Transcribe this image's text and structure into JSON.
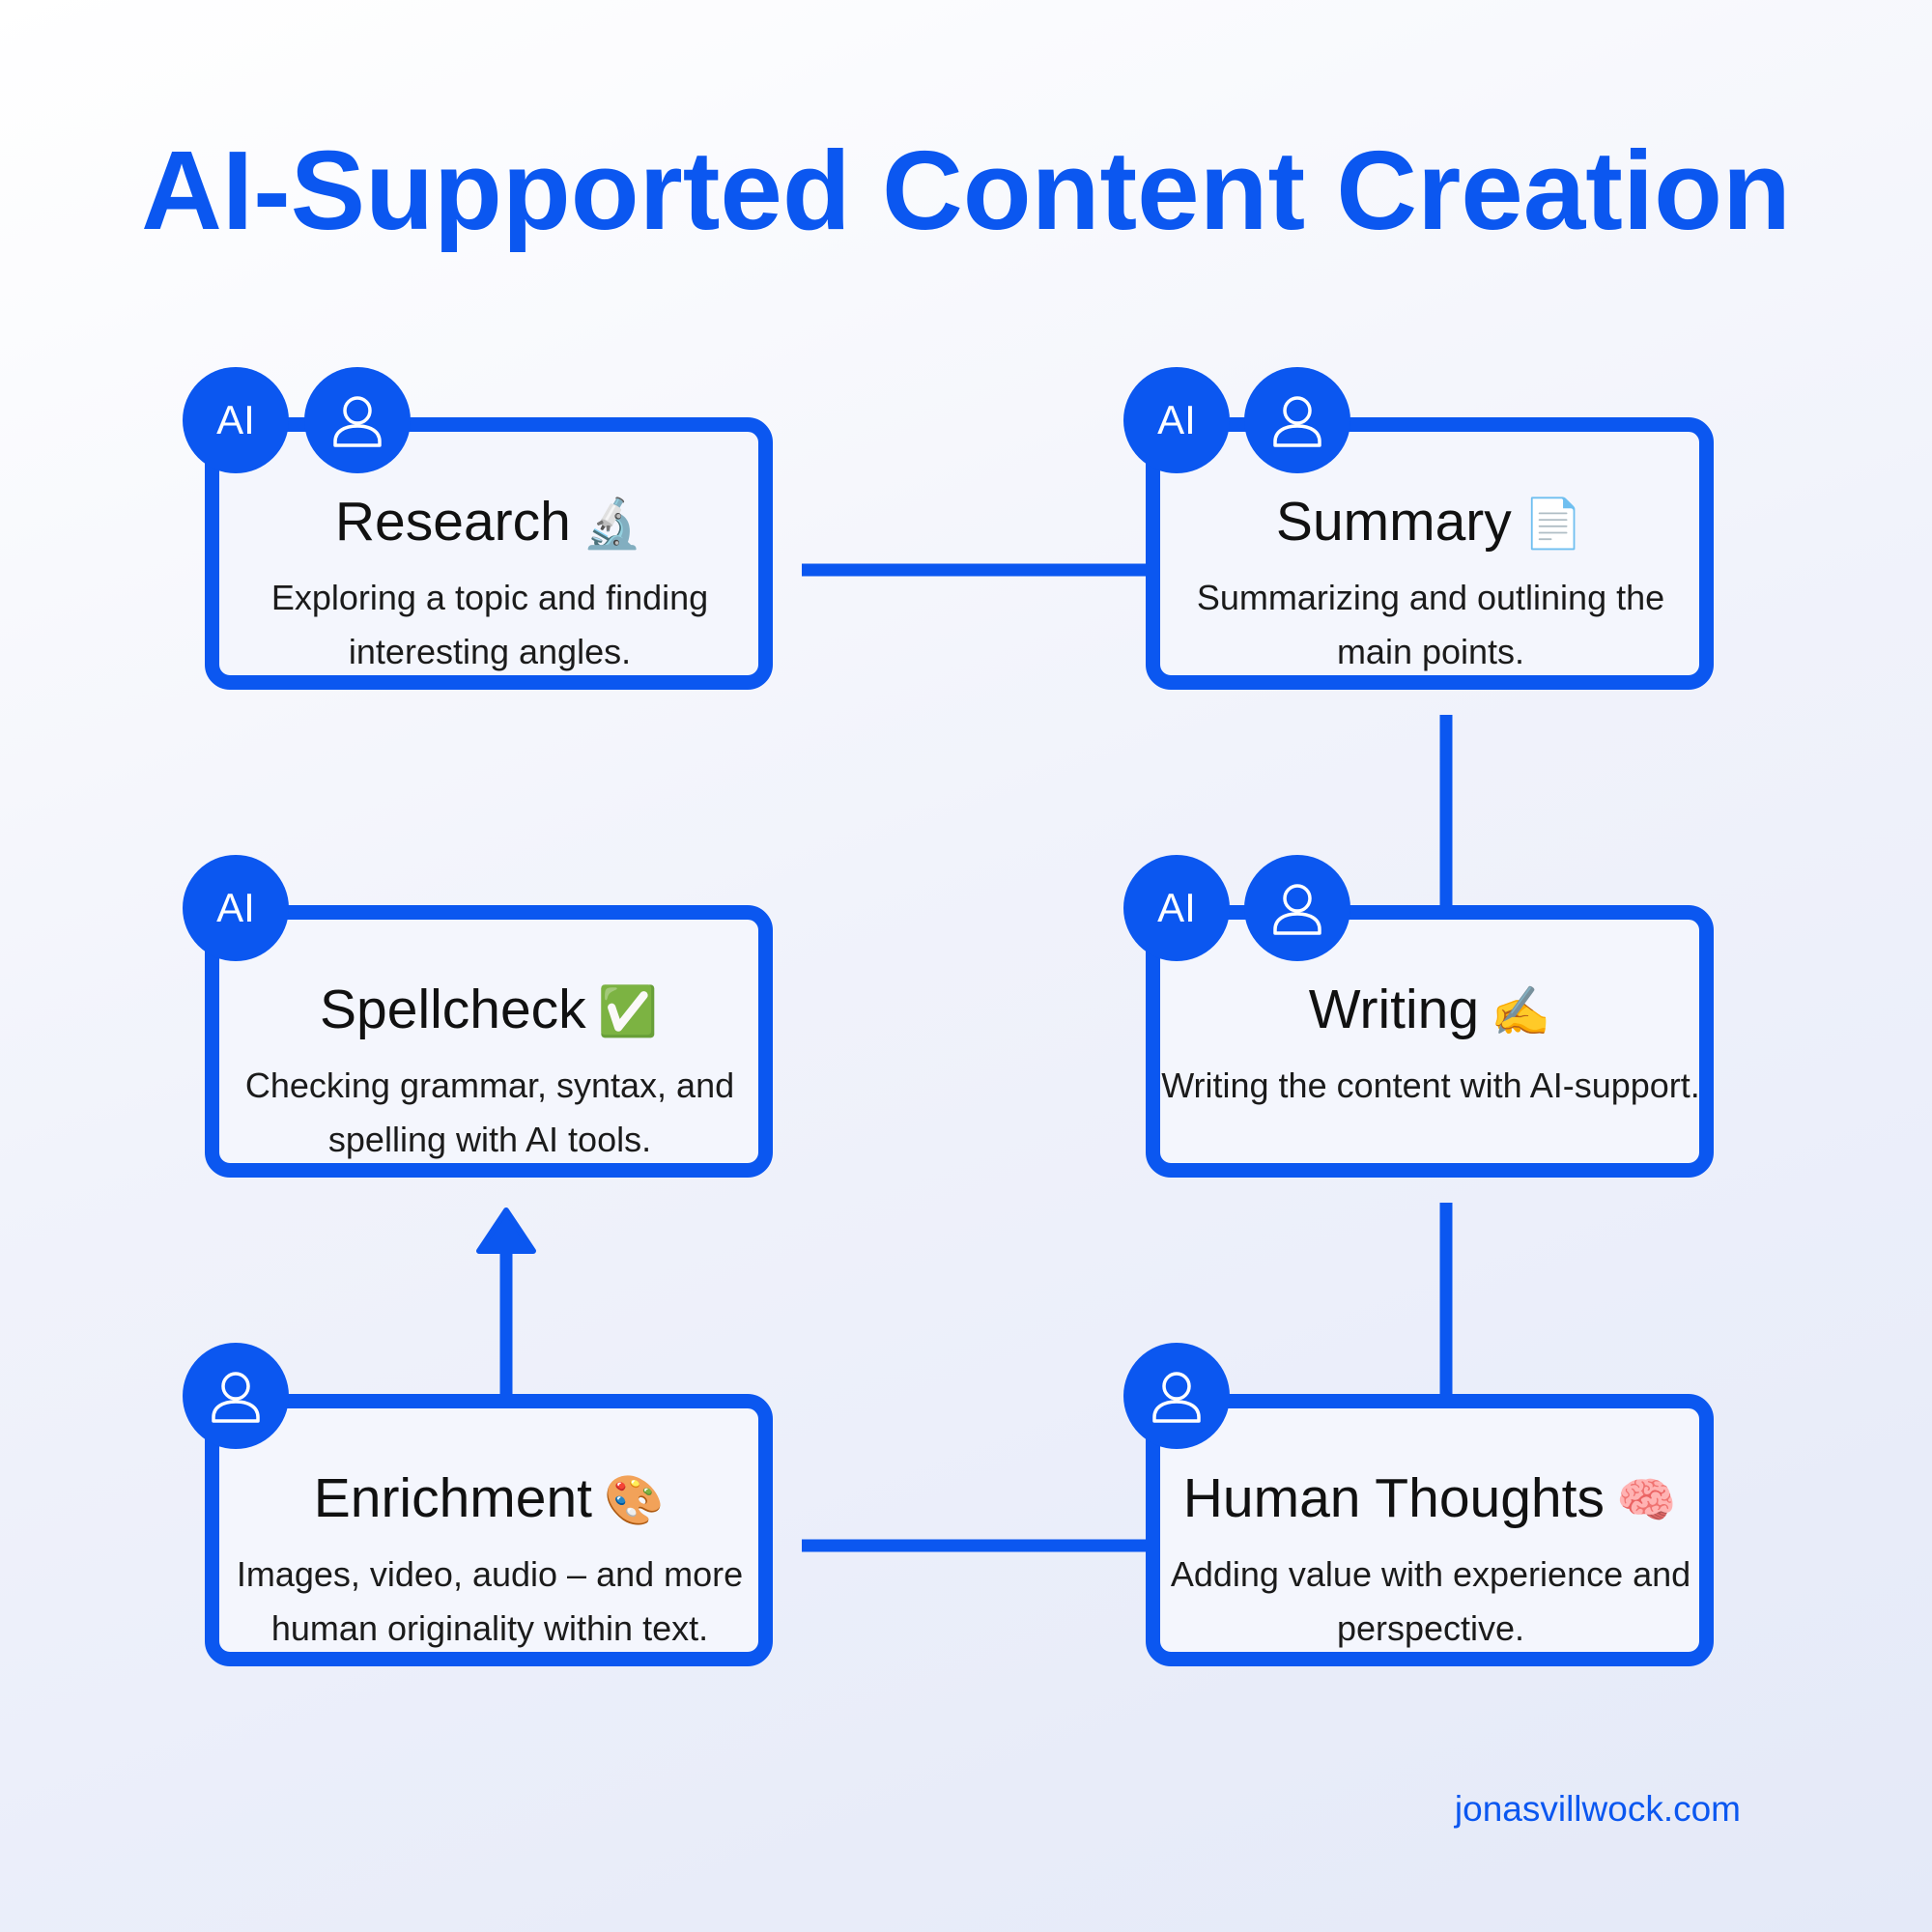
{
  "title": "AI-Supported Content Creation",
  "colors": {
    "accent": "#0b57f0",
    "card_bg": "#f4f6fd",
    "text": "#111111"
  },
  "badges": {
    "ai_label": "AI",
    "human_icon": "person-icon"
  },
  "steps": [
    {
      "name": "Research",
      "emoji": "🔬",
      "description": "Exploring a topic and finding interesting angles.",
      "ai": true,
      "human": true
    },
    {
      "name": "Summary",
      "emoji": "📄",
      "description": "Summarizing and outlining the main points.",
      "ai": true,
      "human": true
    },
    {
      "name": "Writing",
      "emoji": "✍️",
      "description": "Writing the content with AI-support.",
      "ai": true,
      "human": true
    },
    {
      "name": "Human Thoughts",
      "emoji": "🧠",
      "description": "Adding value with experience and perspective.",
      "ai": false,
      "human": true
    },
    {
      "name": "Enrichment",
      "emoji": "🎨",
      "description": "Images, video, audio – and more human originality within text.",
      "ai": false,
      "human": true
    },
    {
      "name": "Spellcheck",
      "emoji": "✅",
      "description": "Checking grammar, syntax, and spelling with AI tools.",
      "ai": true,
      "human": false
    }
  ],
  "footer": "jonasvillwock.com"
}
